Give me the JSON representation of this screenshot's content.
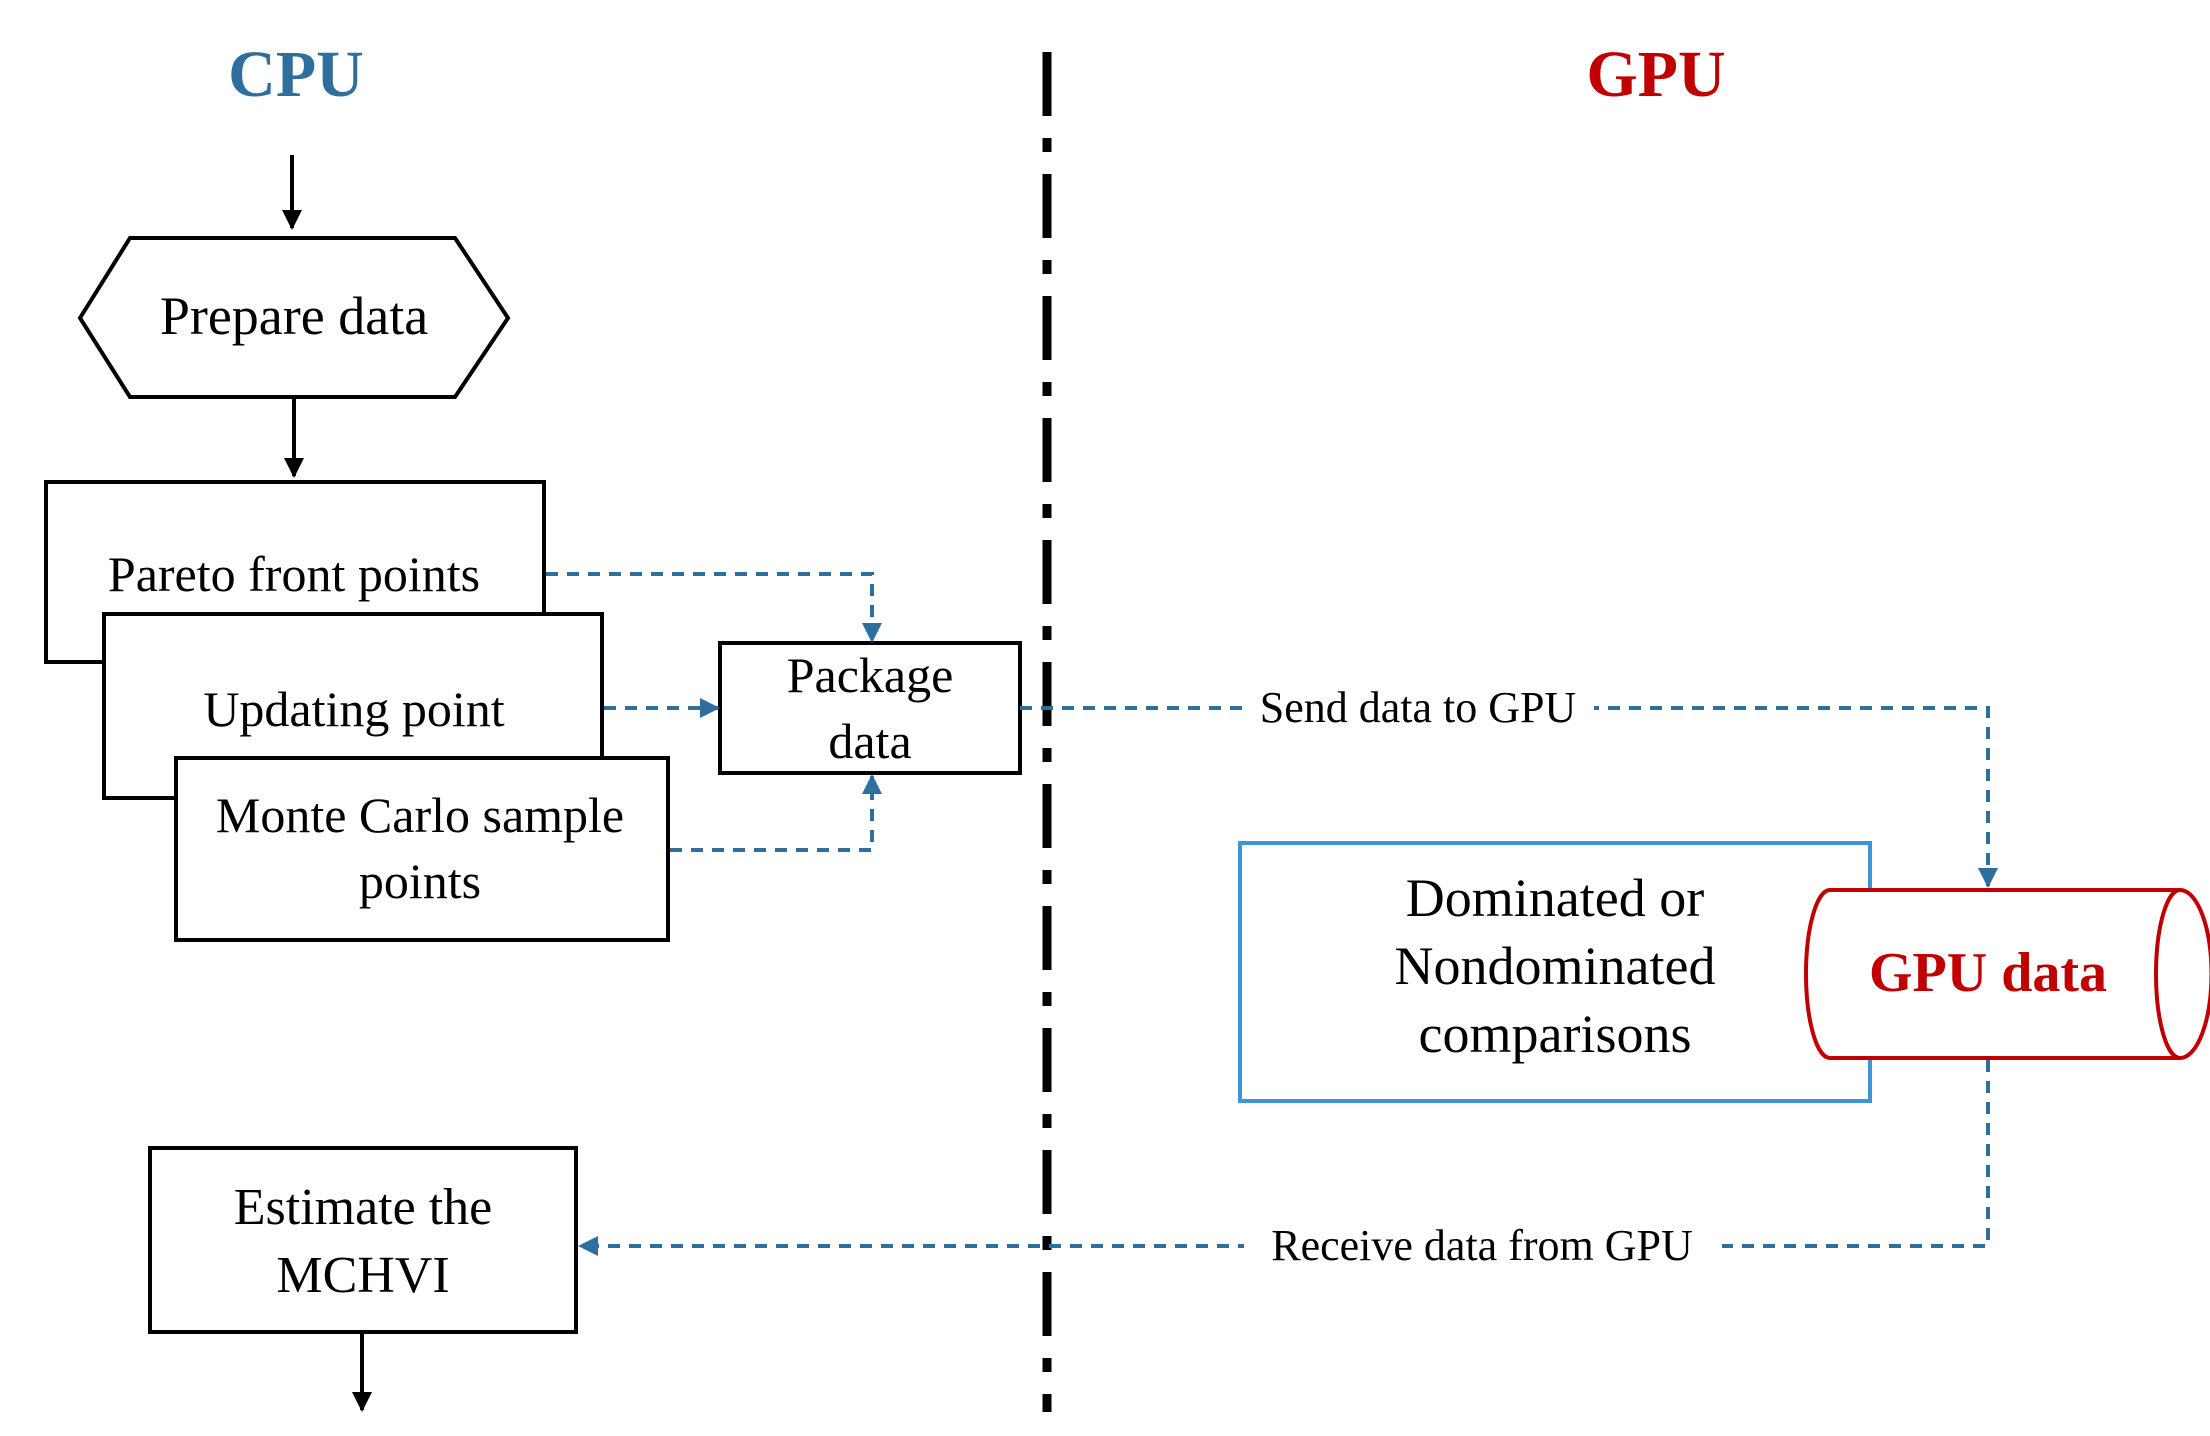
{
  "lanes": {
    "cpu_title": "CPU",
    "gpu_title": "GPU"
  },
  "nodes": {
    "prepare_data": "Prepare data",
    "pareto_front_points": "Pareto front points",
    "updating_point": "Updating point",
    "monte_carlo_line1": "Monte Carlo sample",
    "monte_carlo_line2": "points",
    "package_line1": "Package",
    "package_line2": "data",
    "dominated_line1": "Dominated or",
    "dominated_line2": "Nondominated",
    "dominated_line3": "comparisons",
    "gpu_data": "GPU data",
    "estimate_line1": "Estimate the",
    "estimate_line2": "MCHVI"
  },
  "edges": {
    "send_label": "Send data to GPU",
    "receive_label": "Receive data from GPU"
  },
  "colors": {
    "cpu": "#2e6f9e",
    "gpu": "#c00000",
    "dashed_arrow": "#2e6f9e",
    "process_box_border": "#3d95d6",
    "black": "#000000"
  }
}
